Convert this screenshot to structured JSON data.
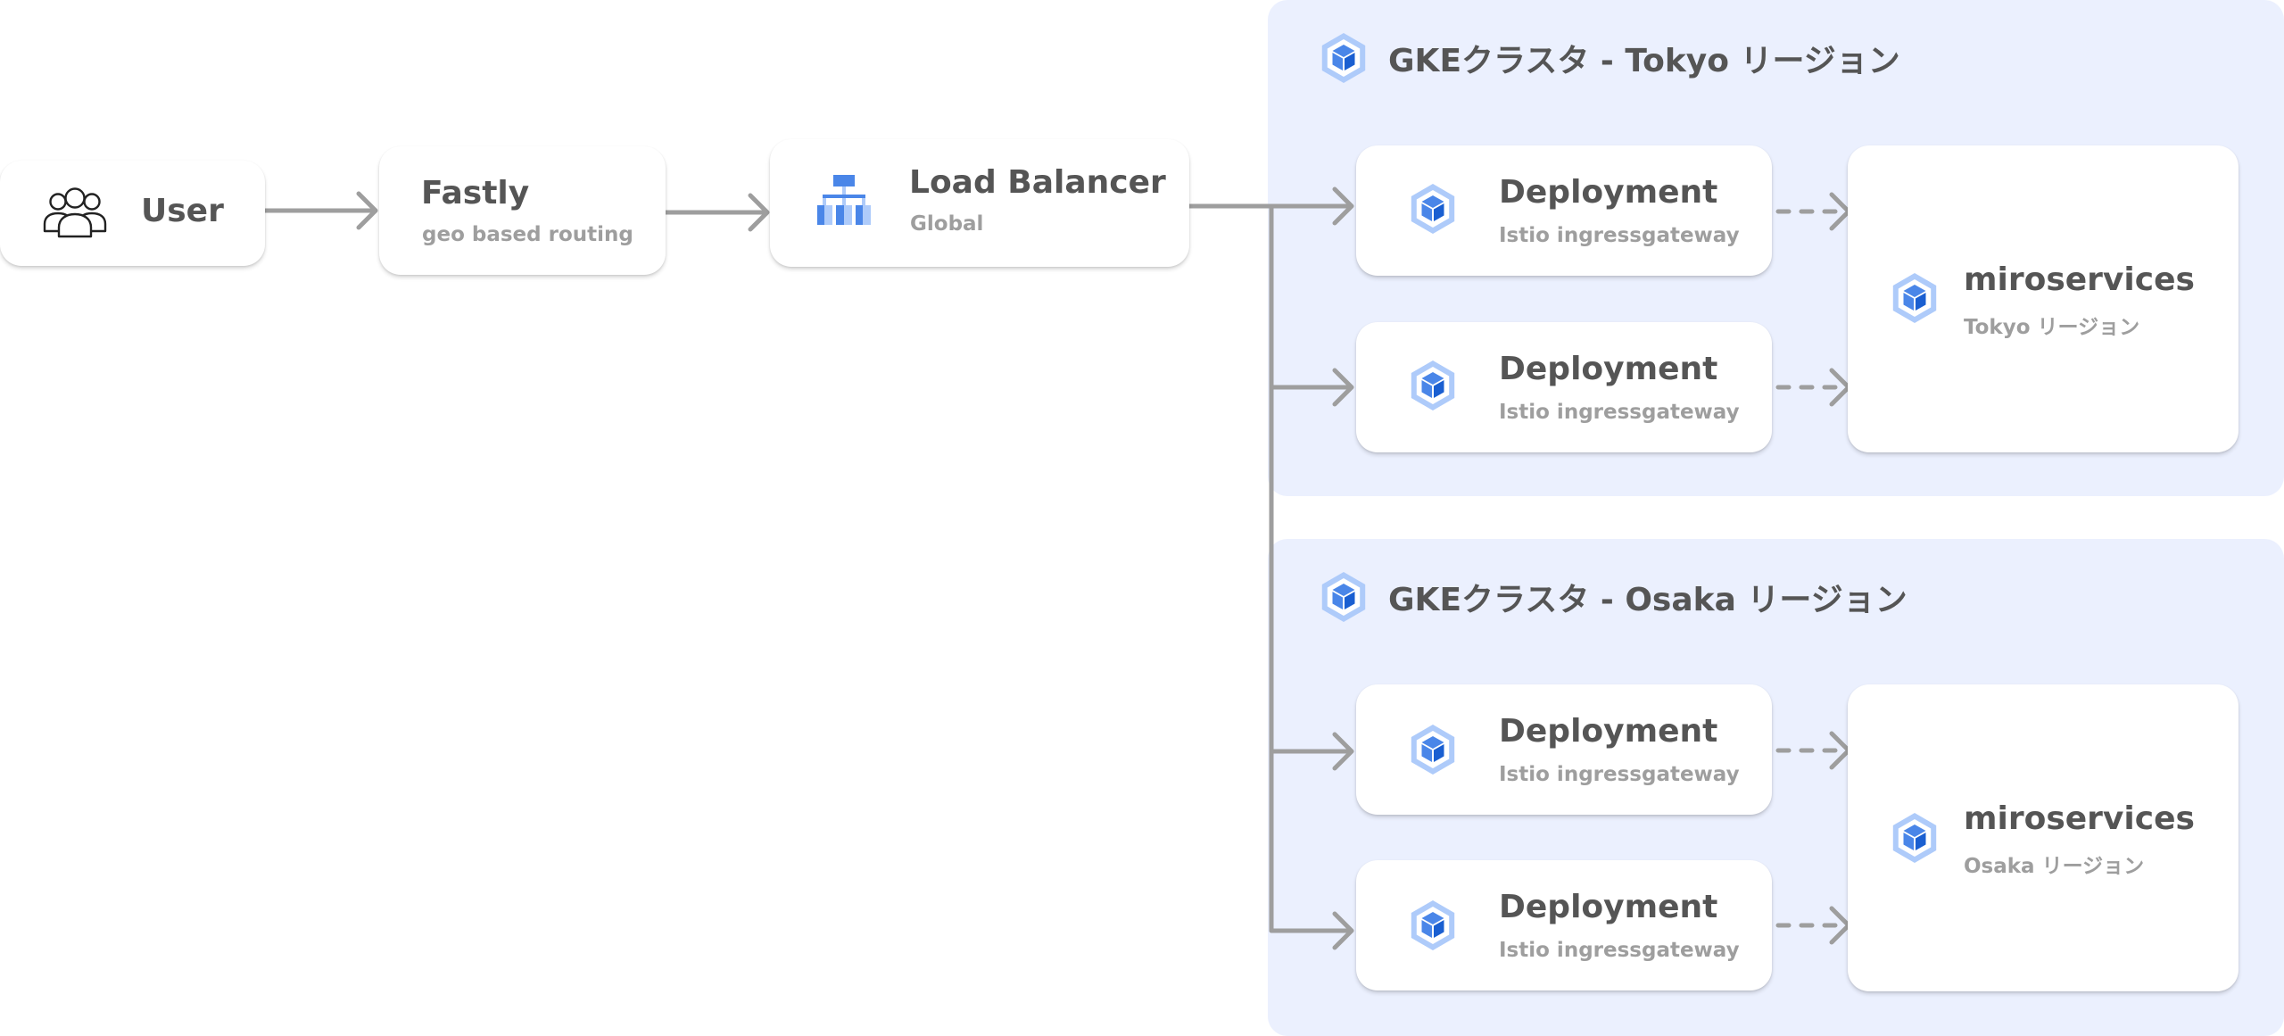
{
  "colors": {
    "cluster_bg": "#ebf0fe",
    "text_primary": "#555555",
    "text_secondary": "#9e9e9e",
    "connector": "#9e9e9e",
    "icon_blue": "#4a86e8",
    "icon_blue_light": "#aecbfa"
  },
  "nodes": {
    "user": {
      "title": "User",
      "icon": "users-icon"
    },
    "fastly": {
      "title": "Fastly",
      "subtitle": "geo based routing"
    },
    "load_balancer": {
      "title": "Load Balancer",
      "subtitle": "Global",
      "icon": "load-balancer-icon"
    }
  },
  "clusters": [
    {
      "title": "GKEクラスタ - Tokyo リージョン",
      "icon": "gke-cube-icon",
      "deployments": [
        {
          "title": "Deployment",
          "subtitle": "Istio ingressgateway"
        },
        {
          "title": "Deployment",
          "subtitle": "Istio ingressgateway"
        }
      ],
      "service": {
        "title": "miroservices",
        "subtitle": "Tokyo リージョン"
      }
    },
    {
      "title": "GKEクラスタ - Osaka リージョン",
      "icon": "gke-cube-icon",
      "deployments": [
        {
          "title": "Deployment",
          "subtitle": "Istio ingressgateway"
        },
        {
          "title": "Deployment",
          "subtitle": "Istio ingressgateway"
        }
      ],
      "service": {
        "title": "miroservices",
        "subtitle": "Osaka リージョン"
      }
    }
  ]
}
